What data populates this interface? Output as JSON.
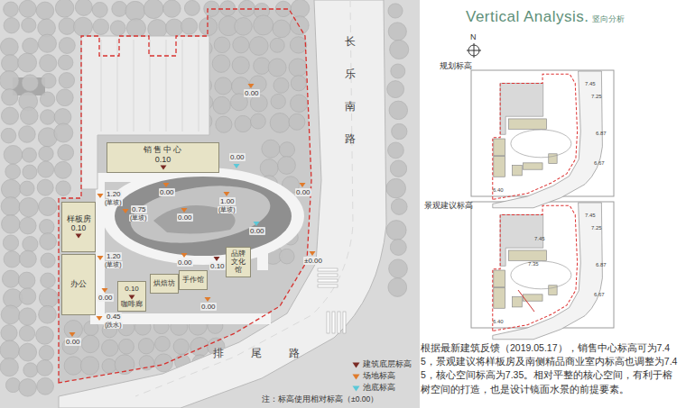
{
  "diagram": {
    "title": "Vertical Analysis.",
    "nodes": [
      {
        "text": [
          "销售中心",
          "0.10"
        ]
      },
      {
        "text": [
          "样板房",
          "0.10"
        ]
      },
      {
        "text": [
          "办公"
        ]
      },
      {
        "text": [
          "0.10",
          "咖啡廊"
        ]
      },
      {
        "text": [
          "烘焙坊"
        ]
      },
      {
        "text": [
          "手作馆"
        ]
      },
      {
        "text": [
          "品牌文化馆"
        ]
      }
    ],
    "labels": [
      "竖向分析",
      "长乐南路",
      "排尾路",
      "0.00",
      "0.00",
      "1.20",
      "(草坡)",
      "0.75",
      "(草坡)",
      "0.00",
      "0.00",
      "1.00",
      "(草坡)",
      "0.00",
      "0.00",
      "1.20",
      "(草坡)",
      "0.00",
      "±0.00",
      "0.10",
      "0.00",
      "0.00",
      "0.45",
      "(跌水)",
      "0.00",
      "注：标高使用相对标高（±0.00）",
      "N",
      "规划标高",
      "景观建议标高",
      "7.45",
      "7.25",
      "6.87",
      "6.67",
      "6.40",
      "7.45",
      "7.25",
      "6.87",
      "6.67",
      "6.40",
      "7.45",
      "7.35",
      "根据最新建筑反馈（2019.05.17），销售中心标高可为7.45，景观建议将样板房及南侧精品商业室内标高也调整为7.45，核心空间标高为7.35。相对平整的核心空间，有利于榕树空间的打造，也是设计镜面水景的前提要素。"
    ],
    "legend": [
      {
        "text": "建筑底层标高",
        "color": "#7a2a24"
      },
      {
        "text": "场地标高",
        "color": "#e07b2c"
      },
      {
        "text": "池底标高",
        "color": "#5bc8d8"
      }
    ]
  }
}
